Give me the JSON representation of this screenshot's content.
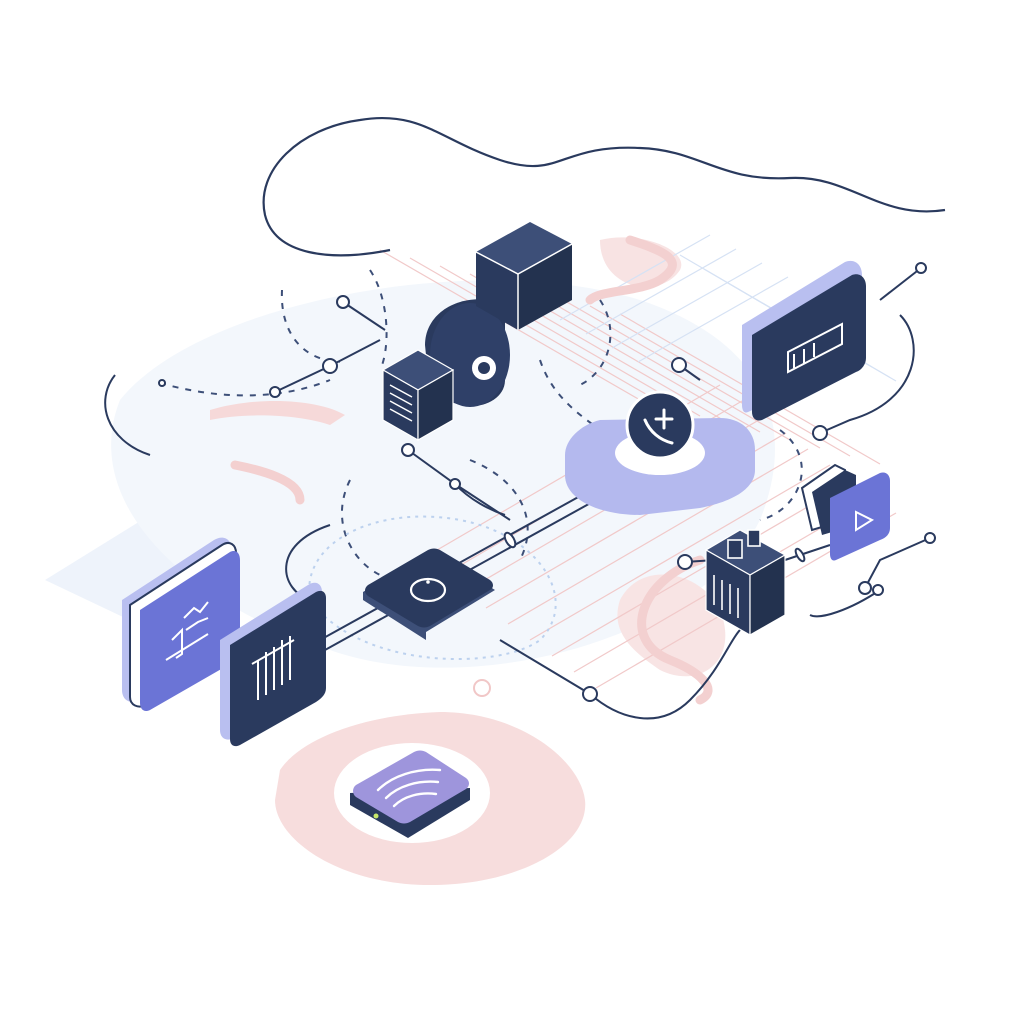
{
  "palette": {
    "navy": "#2a3a5e",
    "navy_light": "#3d4f78",
    "indigo": "#6b74d6",
    "indigo_side": "#b9bff0",
    "lavender": "#8a7fd0",
    "lavender_top": "#9e95dc",
    "pink_glow": "#f6dede",
    "pink_line": "#f1c7c7",
    "blue_glow": "#eef4fb",
    "blue_line": "#cfdcf3",
    "white": "#ffffff",
    "accent_green": "#c8e86a"
  },
  "nodes": [
    {
      "id": "server-stack-cube",
      "icon": "server-rack-icon",
      "style": "navy"
    },
    {
      "id": "storage-cube",
      "icon": "cube-icon",
      "style": "navy"
    },
    {
      "id": "disk-cylinder",
      "icon": "disk-icon",
      "style": "navy"
    },
    {
      "id": "router-device",
      "icon": "router-icon",
      "style": "navy"
    },
    {
      "id": "phone-badge",
      "icon": "phone-icon",
      "style": "indigo"
    },
    {
      "id": "display-monitor",
      "icon": "monitor-icon",
      "style": "navy"
    },
    {
      "id": "play-panel",
      "icon": "play-icon",
      "style": "indigo"
    },
    {
      "id": "factory-block",
      "icon": "machine-icon",
      "style": "navy"
    },
    {
      "id": "analytics-panel",
      "icon": "line-chart-icon",
      "style": "indigo"
    },
    {
      "id": "bar-chart-panel",
      "icon": "bar-chart-icon",
      "style": "navy"
    },
    {
      "id": "wireless-hub",
      "icon": "wifi-signal-icon",
      "style": "lavender"
    }
  ]
}
